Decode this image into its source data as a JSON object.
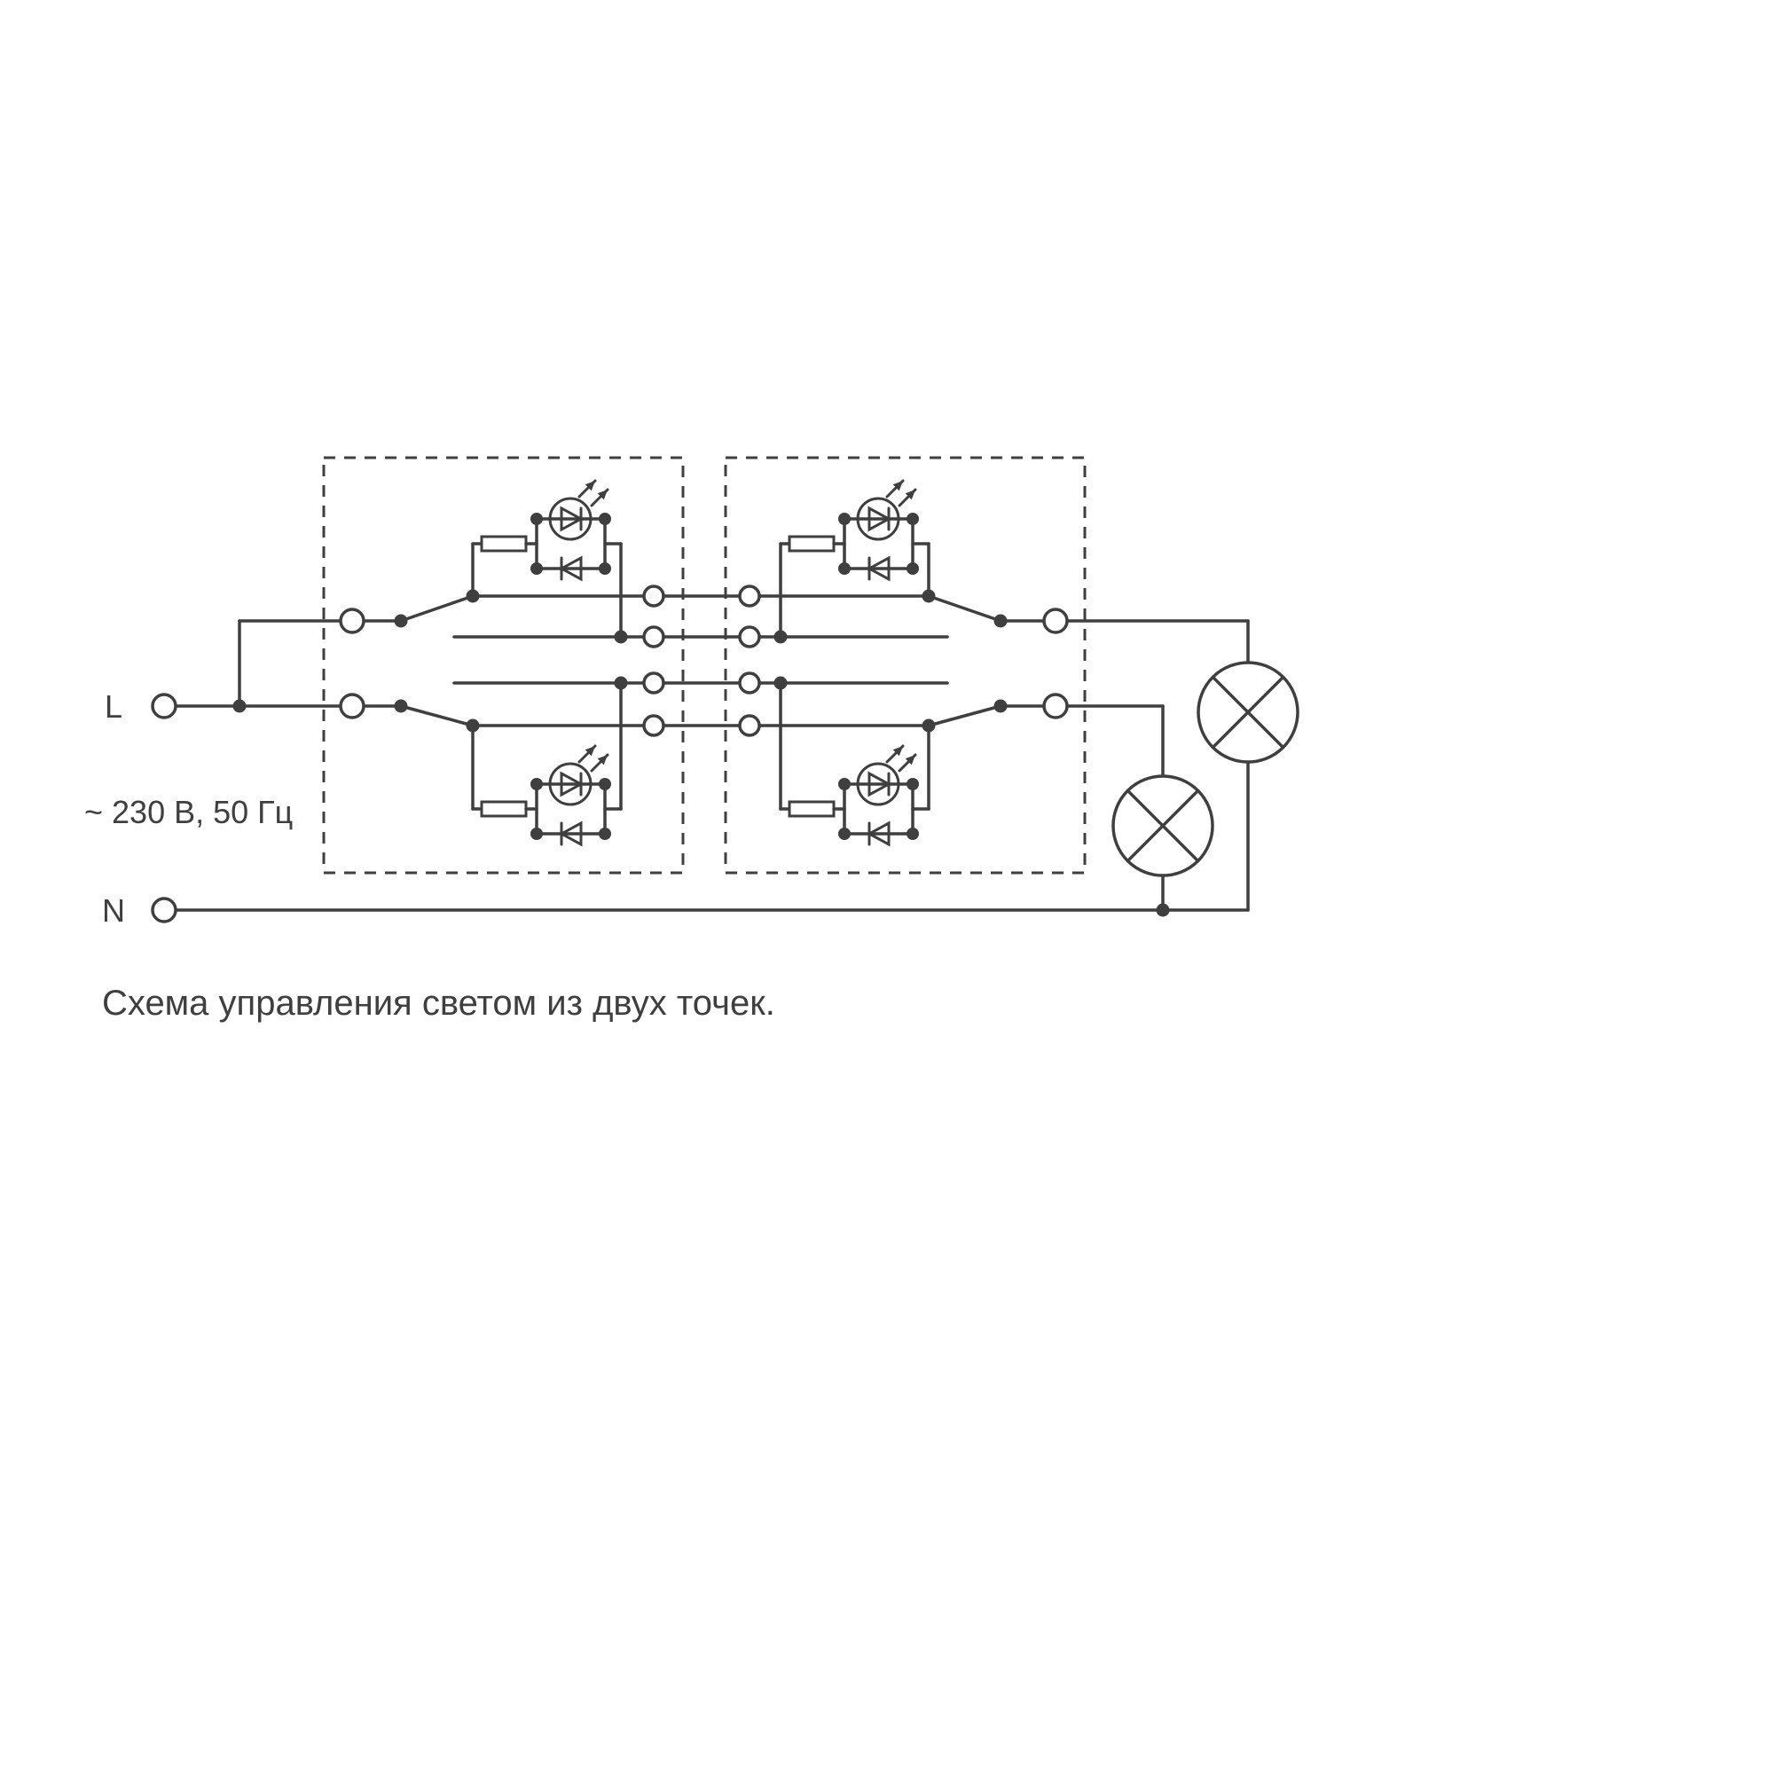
{
  "colors": {
    "background": "#ffffff",
    "line": "#3f3f3f"
  },
  "labels": {
    "line_terminal": "L",
    "neutral_terminal": "N",
    "voltage_rating": "~ 230 В, 50 Гц",
    "caption": "Схема управления светом из двух точек."
  },
  "icons": {
    "led": "led-circle-with-emission-arrows",
    "diode": "anti-parallel-diode",
    "resistor": "resistor-box",
    "lamp": "lamp-circle-with-cross",
    "terminal": "open-circle-terminal",
    "junction": "filled-junction-dot"
  }
}
